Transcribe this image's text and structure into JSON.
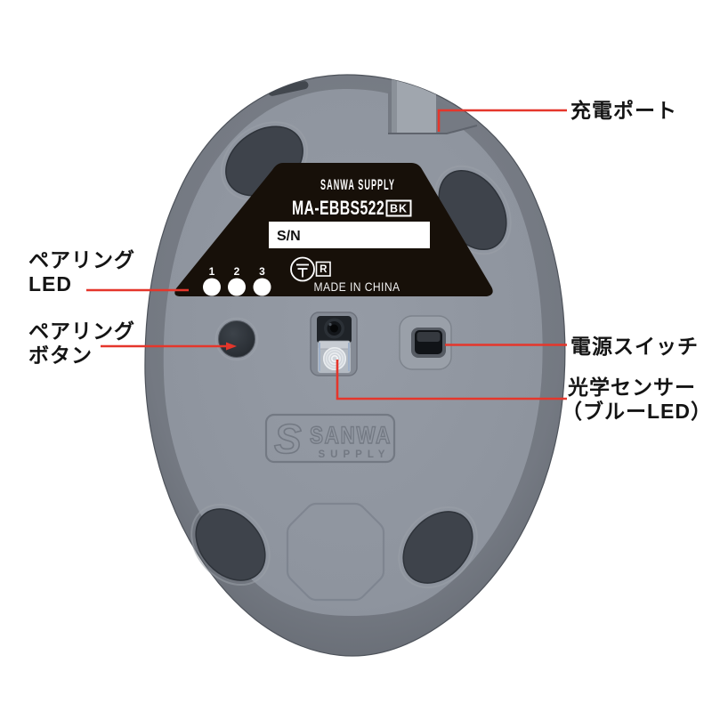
{
  "figure": {
    "type": "product-diagram",
    "subject": "wireless mouse bottom view with part callouts"
  },
  "label_panel": {
    "brand": "SANWA SUPPLY",
    "model": "MA-EBBS522",
    "color_code": "BK",
    "serial_label": "S/N",
    "led_numbers": [
      "1",
      "2",
      "3"
    ],
    "cert_mark_icon": "giteki-mark",
    "cert_r": "R",
    "origin": "MADE IN CHINA"
  },
  "bottom_logo": {
    "mark": "S",
    "brand": "SANWA",
    "sub": "SUPPLY"
  },
  "callouts": {
    "charging_port": {
      "label": "充電ポート"
    },
    "pairing_led": {
      "line1": "ペアリング",
      "line2": "LED"
    },
    "pairing_button": {
      "line1": "ペアリング",
      "line2": "ボタン"
    },
    "power_switch": {
      "label": "電源スイッチ"
    },
    "optical_sensor": {
      "line1": "光学センサー",
      "line2": "（ブルーLED）"
    }
  },
  "colors": {
    "accent_red": "#e5362b",
    "body_rim_gray": "#6f747d",
    "body_face_gray": "#8f95a0",
    "foot_dark": "#3e434b",
    "label_black": "#171009",
    "text_black": "#141414",
    "white": "#ffffff"
  }
}
